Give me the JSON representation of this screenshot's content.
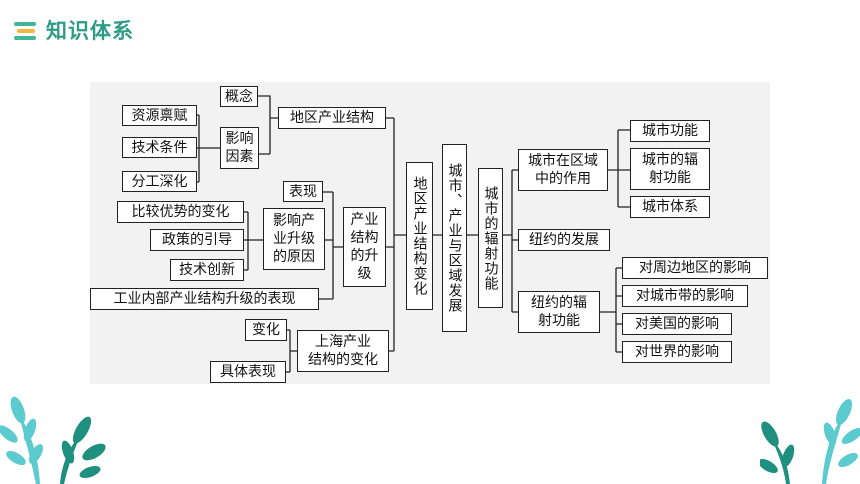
{
  "header": {
    "title": "知识体系"
  },
  "diagram": {
    "nodes": {
      "concept": "概念",
      "resources": "资源禀赋",
      "tech_conditions": "技术条件",
      "labor_division": "分工深化",
      "influence_factors": "影响\n因素",
      "regional_structure": "地区产业结构",
      "performance": "表现",
      "comparative_advantage": "比较优势的变化",
      "policy": "政策的引导",
      "tech_innovation": "技术创新",
      "upgrade_causes": "影响产\n业升级\n的原因",
      "upgrade": "产业\n结构\n的升\n级",
      "industry_internal": "工业内部产业结构升级的表现",
      "change": "变化",
      "specific_performance": "具体表现",
      "shanghai": "上海产业\n结构的变化",
      "regional_change": "地区产业结构变化",
      "city_industry_region": "城市、产业与区域发展",
      "city_radiation": "城市的辐射功能",
      "city_role": "城市在区域\n中的作用",
      "city_function": "城市功能",
      "city_radiation_func": "城市的辐\n射功能",
      "city_system": "城市体系",
      "ny_development": "纽约的发展",
      "ny_radiation": "纽约的辐\n射功能",
      "impact_surrounding": "对周边地区的影响",
      "impact_city_belt": "对城市带的影响",
      "impact_us": "对美国的影响",
      "impact_world": "对世界的影响"
    }
  },
  "colors": {
    "accent": "#2f9c86",
    "leaf": "#3fc3c8",
    "leaf_dark": "#1f8f7f"
  }
}
